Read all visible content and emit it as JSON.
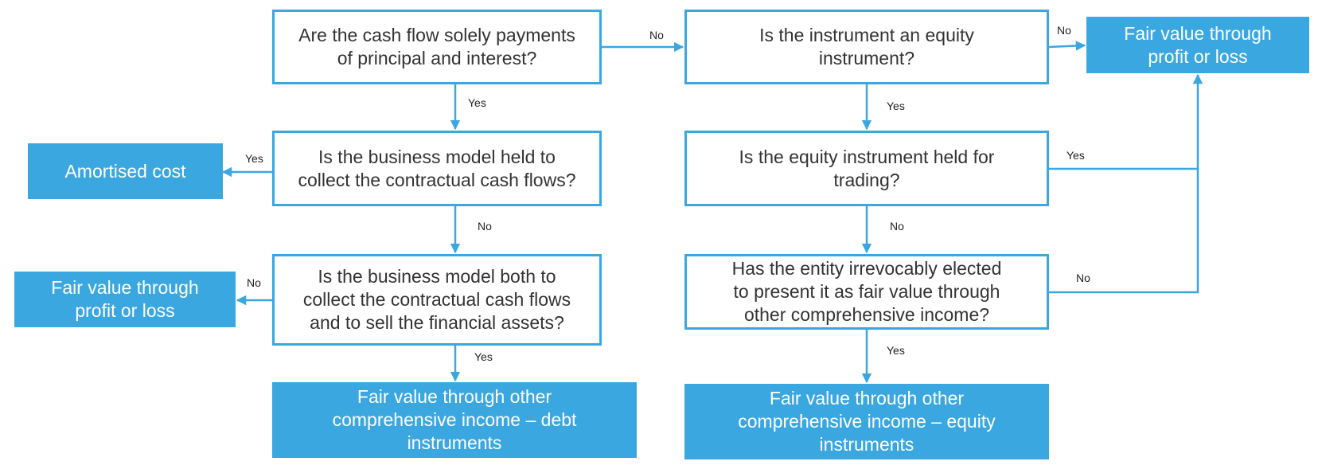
{
  "colors": {
    "accent": "#3aa7e1",
    "question_text": "#333333",
    "outcome_text": "#ffffff"
  },
  "nodes": {
    "q_sppi": "Are the cash flow solely payments\nof principal and interest?",
    "q_equity": "Is the instrument an equity\ninstrument?",
    "q_held_collect": "Is the business model held to\ncollect the contractual cash flows?",
    "q_held_trading": "Is the equity instrument held for\ntrading?",
    "q_collect_sell": "Is the business model both to\ncollect the contractual cash flows\nand to sell the financial assets?",
    "q_irrevocable": "Has the entity irrevocably elected\nto present it as fair value through\nother comprehensive income?",
    "o_fvpl_top": "Fair value through\nprofit or loss",
    "o_amortised": "Amortised cost",
    "o_fvpl_left": "Fair value through\nprofit or loss",
    "o_fvoci_debt": "Fair value through other\ncomprehensive income – debt\ninstruments",
    "o_fvoci_equity": "Fair value through other\ncomprehensive income – equity\ninstruments"
  },
  "edges": {
    "sppi_no": "No",
    "sppi_yes": "Yes",
    "equity_no": "No",
    "equity_yes": "Yes",
    "held_collect_yes": "Yes",
    "held_collect_no": "No",
    "trading_yes": "Yes",
    "trading_no": "No",
    "collect_sell_no": "No",
    "collect_sell_yes": "Yes",
    "irrevocable_no": "No",
    "irrevocable_yes": "Yes"
  }
}
